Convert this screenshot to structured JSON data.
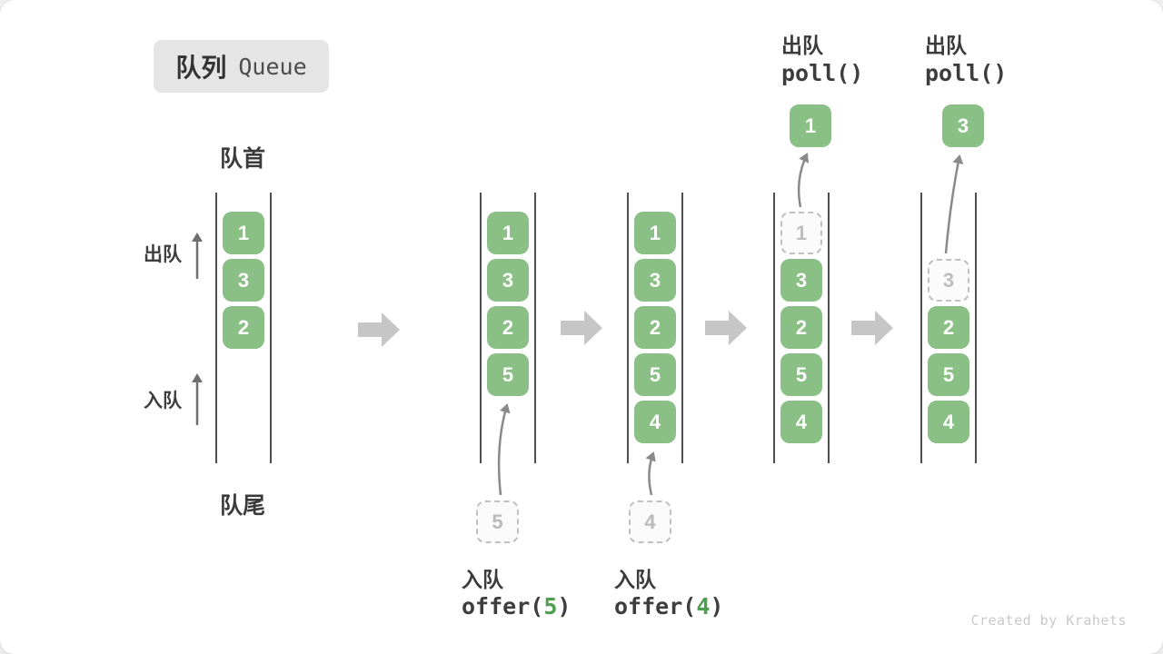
{
  "title": {
    "zh": "队列",
    "en": "Queue"
  },
  "labels": {
    "front": "队首",
    "rear": "队尾",
    "dequeue": "出队",
    "enqueue": "入队"
  },
  "colors": {
    "box_green": "#8AC085",
    "code_green": "#4F9E4F",
    "block_arrow_gray": "#C6C6C6",
    "dashed_gray": "#C0C0C0",
    "wall_line": "#4F4F4F",
    "title_bg": "#E5E5E5"
  },
  "queues": [
    {
      "cells": [
        "1",
        "3",
        "2"
      ]
    },
    {
      "cells": [
        "1",
        "3",
        "2",
        "5"
      ],
      "pending": "5",
      "op": {
        "zh": "入队",
        "pre": "offer(",
        "arg": "5",
        "suf": ")"
      }
    },
    {
      "cells": [
        "1",
        "3",
        "2",
        "5",
        "4"
      ],
      "pending": "4",
      "op": {
        "zh": "入队",
        "pre": "offer(",
        "arg": "4",
        "suf": ")"
      }
    },
    {
      "cells": [
        "1",
        "3",
        "2",
        "5",
        "4"
      ],
      "op": {
        "zh": "出队",
        "code": "poll()",
        "popped": "1"
      }
    },
    {
      "cells": [
        "3",
        "2",
        "5",
        "4"
      ],
      "op": {
        "zh": "出队",
        "code": "poll()",
        "popped": "3"
      }
    }
  ],
  "watermark": "Created by Krahets"
}
